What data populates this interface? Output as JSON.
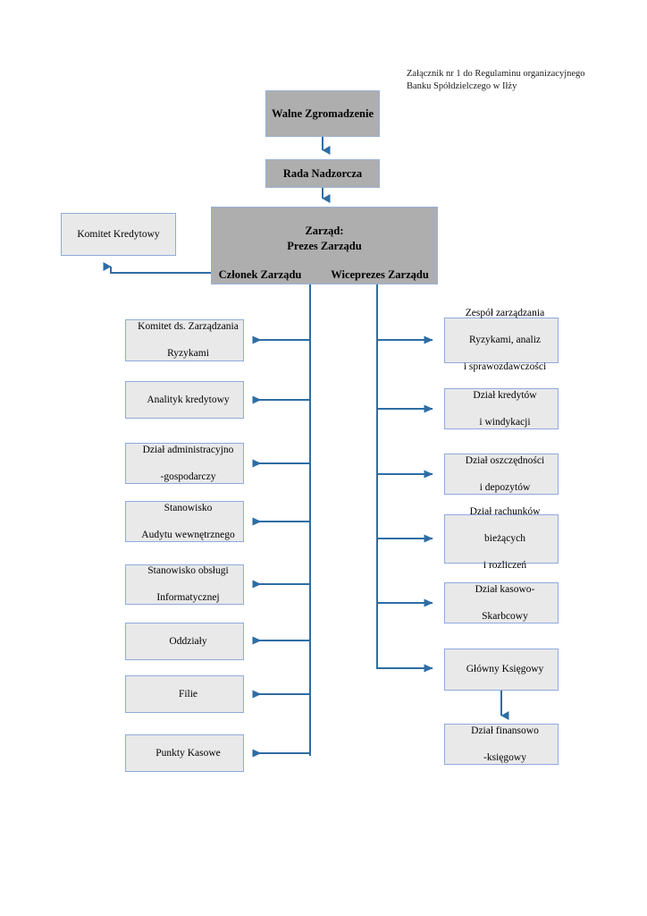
{
  "header": {
    "line1": "Załącznik nr 1 do Regulaminu organizacyjnego",
    "line2": "Banku Spółdzielczego w Iłży"
  },
  "colors": {
    "connector": "#2e6da4",
    "governance_fill": "#aeaeae",
    "unit_fill": "#e9e9e9",
    "border": "#8faadc"
  },
  "governance": {
    "assembly": "Walne Zgromadzenie",
    "supervisory_board": "Rada Nadzorcza",
    "management_title_line1": "Zarząd:",
    "management_title_line2": "Prezes Zarządu",
    "member": "Członek Zarządu",
    "vice_president": "Wiceprezes Zarządu"
  },
  "credit_committee": "Komitet Kredytowy",
  "left_column": [
    {
      "line1": "Komitet ds. Zarządzania",
      "line2": "Ryzykami"
    },
    {
      "line1": "Analityk kredytowy",
      "line2": ""
    },
    {
      "line1": "Dział administracyjno",
      "line2": "-gospodarczy"
    },
    {
      "line1": "Stanowisko",
      "line2": "Audytu wewnętrznego"
    },
    {
      "line1": "Stanowisko obsługi",
      "line2": "Informatycznej"
    },
    {
      "line1": "Oddziały",
      "line2": ""
    },
    {
      "line1": "Filie",
      "line2": ""
    },
    {
      "line1": "Punkty Kasowe",
      "line2": ""
    }
  ],
  "right_column": [
    {
      "line1": "Zespół zarządzania",
      "line2": "Ryzykami, analiz",
      "line3": "i sprawozdawczości"
    },
    {
      "line1": "Dział kredytów",
      "line2": "i windykacji",
      "line3": ""
    },
    {
      "line1": "Dział oszczędności",
      "line2": "i depozytów",
      "line3": ""
    },
    {
      "line1": "Dział rachunków",
      "line2": "bieżących",
      "line3": "i rozliczeń"
    },
    {
      "line1": "Dział kasowo-",
      "line2": "Skarbcowy",
      "line3": ""
    },
    {
      "line1": "Główny Księgowy",
      "line2": "",
      "line3": ""
    }
  ],
  "finance_dept": {
    "line1": "Dział finansowo",
    "line2": "-księgowy"
  }
}
